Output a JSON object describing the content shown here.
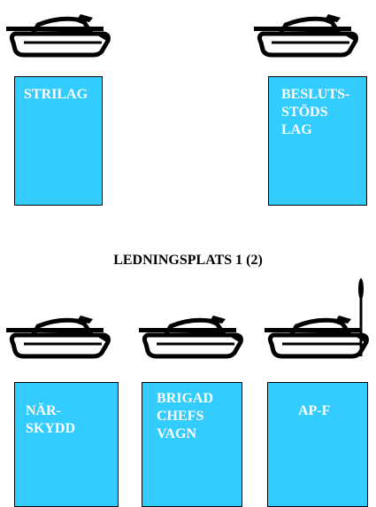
{
  "colors": {
    "box_fill": "#33ccff",
    "box_text": "#ffffff",
    "outline": "#000000"
  },
  "top_row": {
    "strilag": {
      "label": "STRILAG",
      "icon": "tank-icon"
    },
    "beslutsstod": {
      "label": "BESLUTS-\nSTÖDS\nLAG",
      "icon": "tank-icon"
    }
  },
  "caption": "LEDNINGSPLATS 1 (2)",
  "bottom_row": {
    "narskydd": {
      "label": "NÄR-\nSKYDD",
      "icon": "tank-icon"
    },
    "brigadchef": {
      "label": "BRIGAD\nCHEFS\nVAGN",
      "icon": "tank-icon"
    },
    "apf": {
      "label": "AP-F",
      "icon": "tank-with-antenna-icon"
    }
  }
}
